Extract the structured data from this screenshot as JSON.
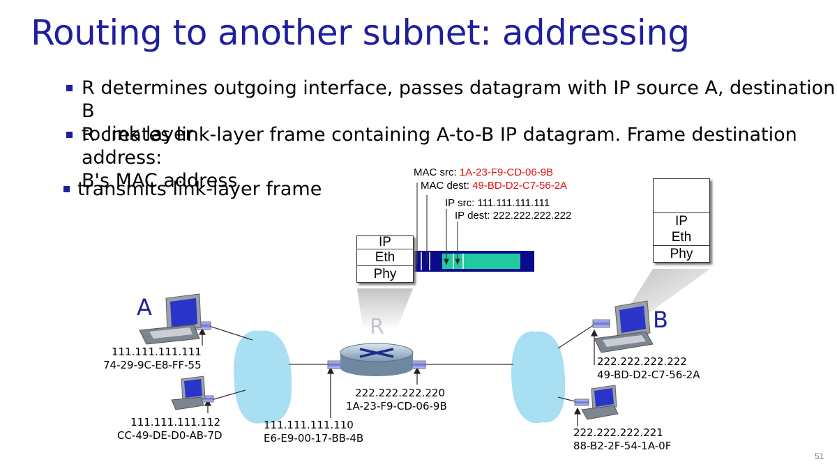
{
  "title": "Routing to another subnet: addressing",
  "bullets": {
    "b1_line1": "R determines outgoing interface, passes datagram with IP source A, destination B",
    "b1_line2": "to link layer",
    "b2_line1": "R creates link-layer frame containing A-to-B IP datagram. Frame destination address:",
    "b2_line2": "B's MAC address",
    "b3": "transmits link-layer frame"
  },
  "frame": {
    "mac_src_label": "MAC src: ",
    "mac_src_value": "1A-23-F9-CD-06-9B",
    "mac_dest_label": "MAC dest: ",
    "mac_dest_value": "49-BD-D2-C7-56-2A",
    "ip_src": "IP src: 111.111.111.111",
    "ip_dest": "IP dest: 222.222.222.222"
  },
  "stacks": {
    "router": [
      "IP",
      "Eth",
      "Phy"
    ],
    "host_b": [
      "IP",
      "Eth",
      "Phy"
    ]
  },
  "nodes": {
    "a": "A",
    "b": "B",
    "r": "R"
  },
  "hosts": {
    "a_ip": "111.111.111.111",
    "a_mac": "74-29-9C-E8-FF-55",
    "a2_ip": "111.111.111.112",
    "a2_mac": "CC-49-DE-D0-AB-7D",
    "r_left_ip": "111.111.111.110",
    "r_left_mac": "E6-E9-00-17-BB-4B",
    "r_right_ip": "222.222.222.220",
    "r_right_mac": "1A-23-F9-CD-06-9B",
    "b_ip": "222.222.222.222",
    "b_mac": "49-BD-D2-C7-56-2A",
    "b2_ip": "222.222.222.221",
    "b2_mac": "88-B2-2F-54-1A-0F"
  },
  "colors": {
    "title": "#1f1f9e",
    "highlight": "#e01010",
    "cloud": "#a9dff2",
    "frame_header": "#0a0a8c",
    "frame_payload": "#20c9a0"
  },
  "page_number": "51"
}
